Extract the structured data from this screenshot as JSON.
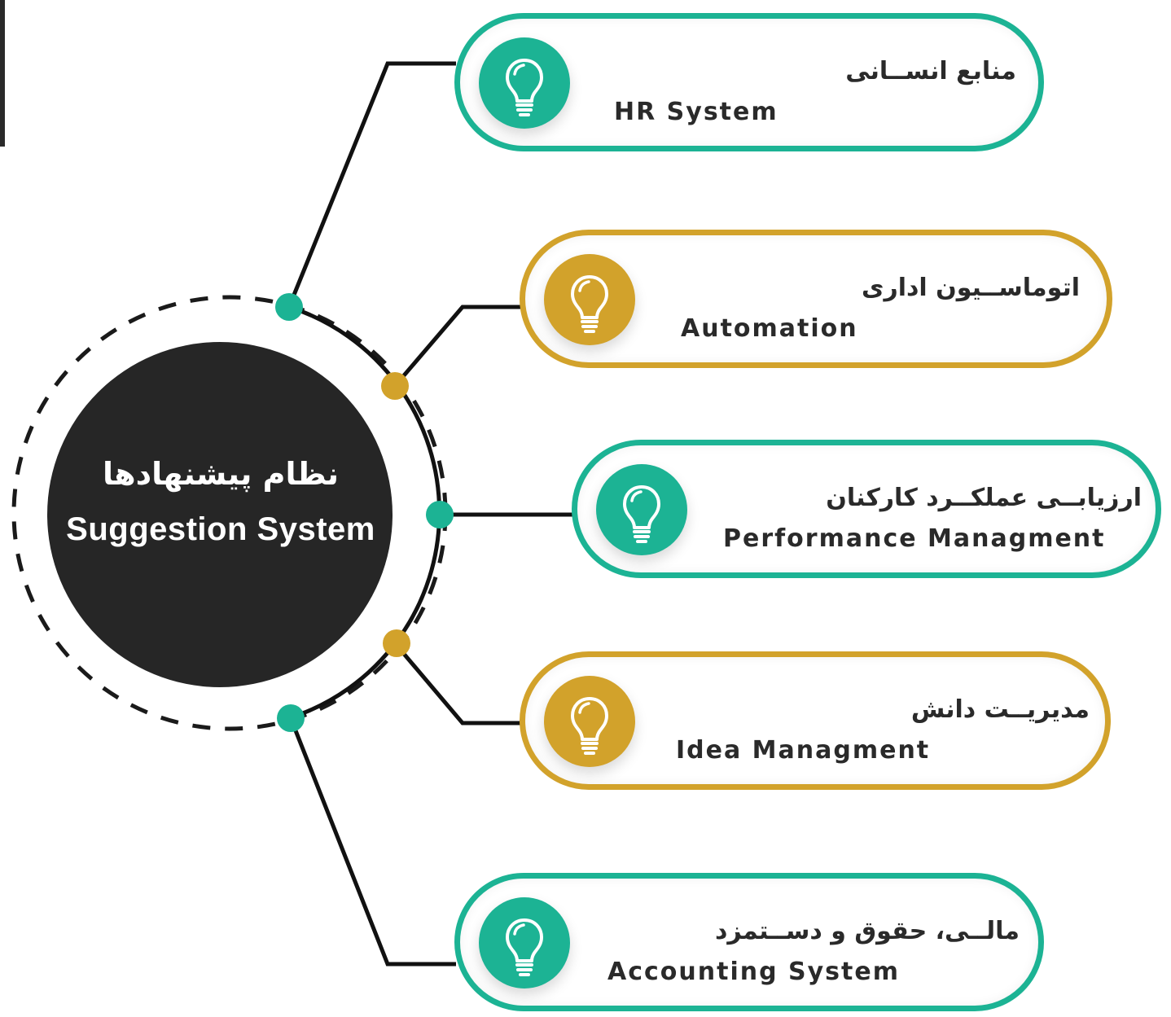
{
  "hub": {
    "title_fa": "نظام پیشنهادها",
    "title_en": "Suggestion System"
  },
  "colors": {
    "teal": "#1cb394",
    "gold": "#d2a22b",
    "hub": "#262626",
    "line": "#111111"
  },
  "items": [
    {
      "fa": "منابع انســانی",
      "en": "HR System",
      "color": "teal",
      "icon": "lightbulb-icon"
    },
    {
      "fa": "اتوماســیون اداری",
      "en": "Automation",
      "color": "gold",
      "icon": "lightbulb-icon"
    },
    {
      "fa": "ارزیابــی عملکــرد کارکنان",
      "en": "Performance Managment",
      "color": "teal",
      "icon": "lightbulb-icon"
    },
    {
      "fa": "مدیریــت   دانش",
      "en": "Idea Managment",
      "color": "gold",
      "icon": "lightbulb-icon"
    },
    {
      "fa": "مالــی، حقوق و دســتمزد",
      "en": "Accounting System",
      "color": "teal",
      "icon": "lightbulb-icon"
    }
  ]
}
